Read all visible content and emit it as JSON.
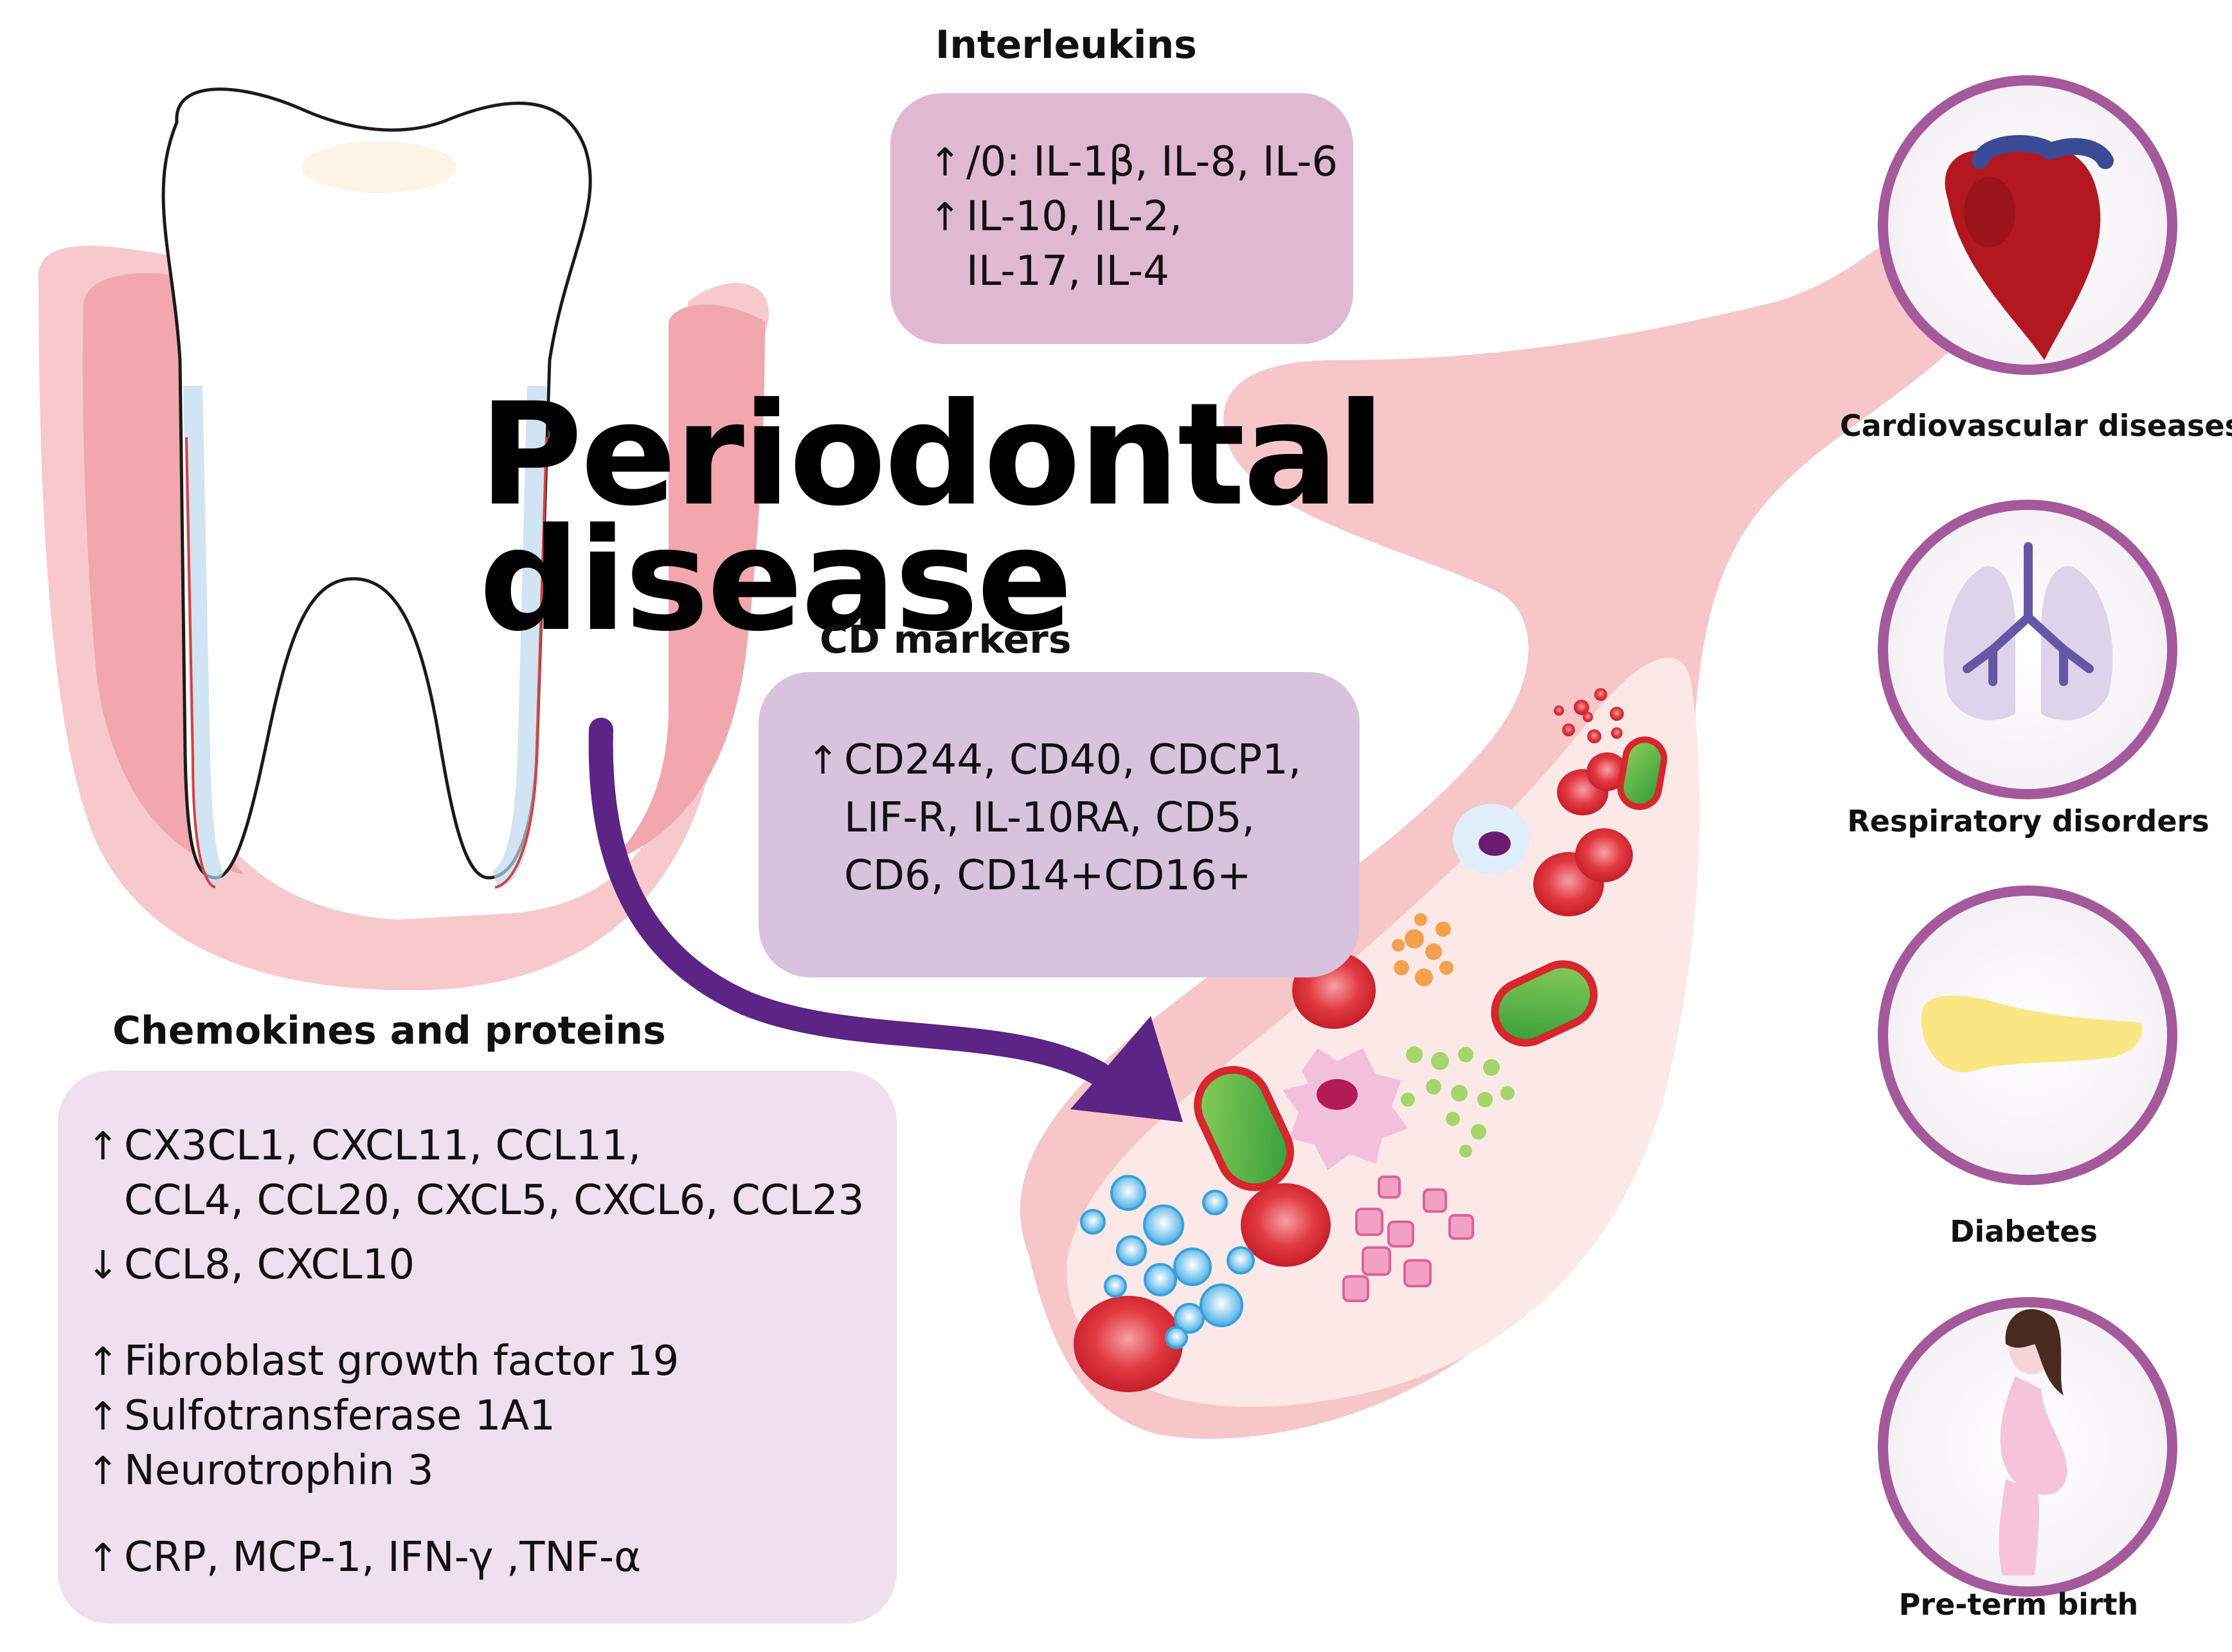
{
  "title": {
    "line1": "Periodontal",
    "line2": "disease"
  },
  "interleukins": {
    "heading": "Interleukins",
    "lines": [
      {
        "arrow": "↑",
        "text": "/0: IL-1β, IL-8, IL-6"
      },
      {
        "arrow": "↑",
        "text": "IL-10, IL-2,"
      },
      {
        "arrow": "",
        "text": "IL-17, IL-4"
      }
    ]
  },
  "cd_markers": {
    "heading": "CD markers",
    "lines": [
      {
        "arrow": "↑",
        "text": "CD244, CD40, CDCP1,"
      },
      {
        "arrow": "",
        "text": "LIF-R, IL-10RA, CD5,"
      },
      {
        "arrow": "",
        "text": "CD6, CD14+CD16+"
      }
    ]
  },
  "chemokines": {
    "heading": "Chemokines and proteins",
    "lines": [
      {
        "arrow": "↑",
        "text": "CX3CL1, CXCL11, CCL11,"
      },
      {
        "arrow": "",
        "text": "CCL4, CCL20, CXCL5, CXCL6, CCL23"
      },
      {
        "arrow": "↓",
        "text": "CCL8, CXCL10"
      },
      {
        "arrow": "↑",
        "text": "Fibroblast growth factor 19"
      },
      {
        "arrow": "↑",
        "text": "Sulfotransferase 1A1"
      },
      {
        "arrow": "↑",
        "text": "Neurotrophin 3"
      },
      {
        "arrow": "↑",
        "text": "CRP, MCP-1, IFN-γ ,TNF-α"
      }
    ]
  },
  "conditions": [
    {
      "label": "Cardiovascular diseases",
      "icon": "heart-icon"
    },
    {
      "label": "Respiratory disorders",
      "icon": "lungs-icon"
    },
    {
      "label": "Diabetes",
      "icon": "pancreas-icon"
    },
    {
      "label": "Pre-term birth",
      "icon": "pregnant-woman-icon"
    }
  ],
  "colors": {
    "interleukin_box": "#e0b8d2",
    "cd_box": "#d8c2de",
    "chemokine_box": "#f0e0ef",
    "ring": "#a45a9a",
    "arrow": "#5c2484",
    "gum": "#f5c3c6",
    "vessel": "#f6c8c9"
  }
}
